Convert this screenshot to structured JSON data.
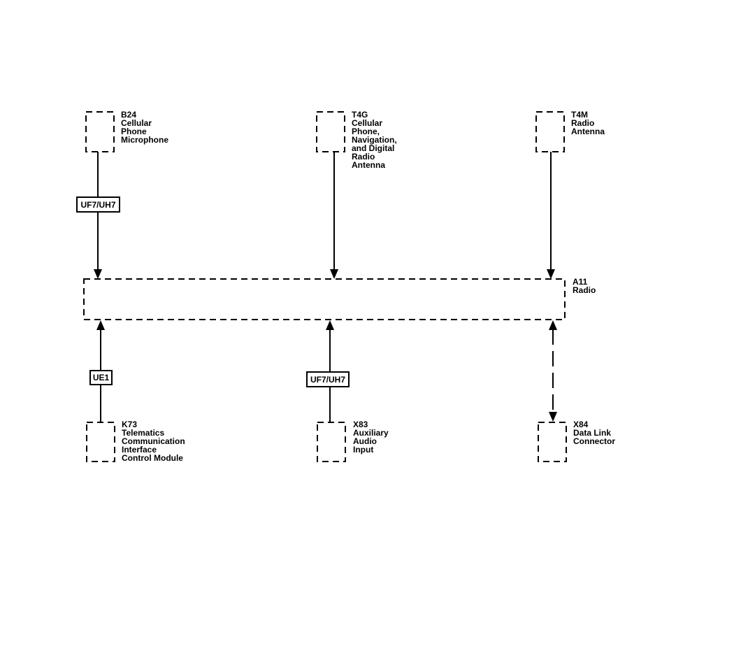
{
  "components": {
    "b24": {
      "code": "B24",
      "lines": [
        "Cellular",
        "Phone",
        "Microphone"
      ]
    },
    "t4g": {
      "code": "T4G",
      "lines": [
        "Cellular",
        "Phone,",
        "Navigation,",
        "and Digital",
        "Radio",
        "Antenna"
      ]
    },
    "t4m": {
      "code": "T4M",
      "lines": [
        "Radio",
        "Antenna"
      ]
    },
    "a11": {
      "code": "A11",
      "lines": [
        "Radio"
      ]
    },
    "k73": {
      "code": "K73",
      "lines": [
        "Telematics",
        "Communication",
        "Interface",
        "Control Module"
      ]
    },
    "x83": {
      "code": "X83",
      "lines": [
        "Auxiliary",
        "Audio",
        "Input"
      ]
    },
    "x84": {
      "code": "X84",
      "lines": [
        "Data Link",
        "Connector"
      ]
    }
  },
  "options": {
    "b24_link": "UF7/UH7",
    "k73_link": "UE1",
    "x83_link": "UF7/UH7"
  },
  "colors": {
    "line": "#000000",
    "background": "#ffffff"
  }
}
